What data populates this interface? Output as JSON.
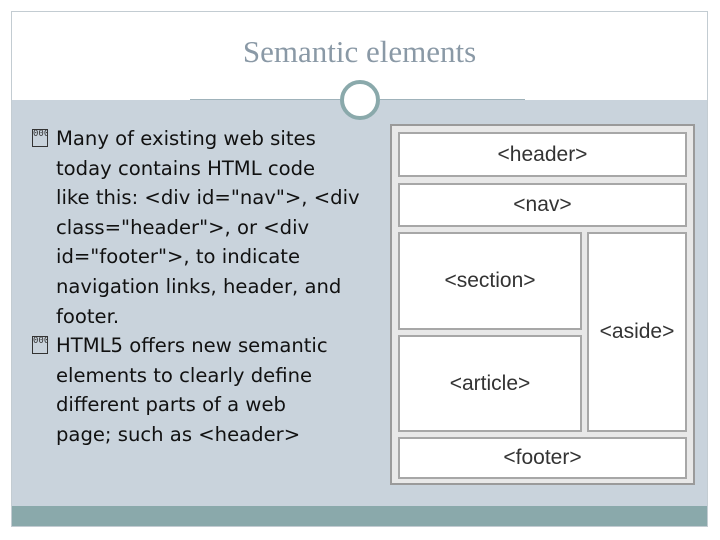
{
  "slide": {
    "title": "Semantic elements",
    "paragraphs": [
      {
        "bullet": "0001",
        "lines": [
          "Many of existing web sites",
          "today contains HTML code",
          "like this: <div id=\"nav\">, <div",
          "class=\"header\">, or <div",
          "id=\"footer\">, to indicate",
          "navigation links, header, and",
          "footer."
        ]
      },
      {
        "bullet": "0001",
        "lines": [
          "HTML5 offers new semantic",
          "elements to clearly define",
          "different parts of a web",
          "page; such as <header>"
        ]
      }
    ]
  },
  "diagram": {
    "header": "<header>",
    "nav": "<nav>",
    "section": "<section>",
    "aside": "<aside>",
    "article": "<article>",
    "footer": "<footer>"
  },
  "colors": {
    "background": "#c9d3dc",
    "accent": "#8aa9ab",
    "title": "#8a99a6"
  }
}
